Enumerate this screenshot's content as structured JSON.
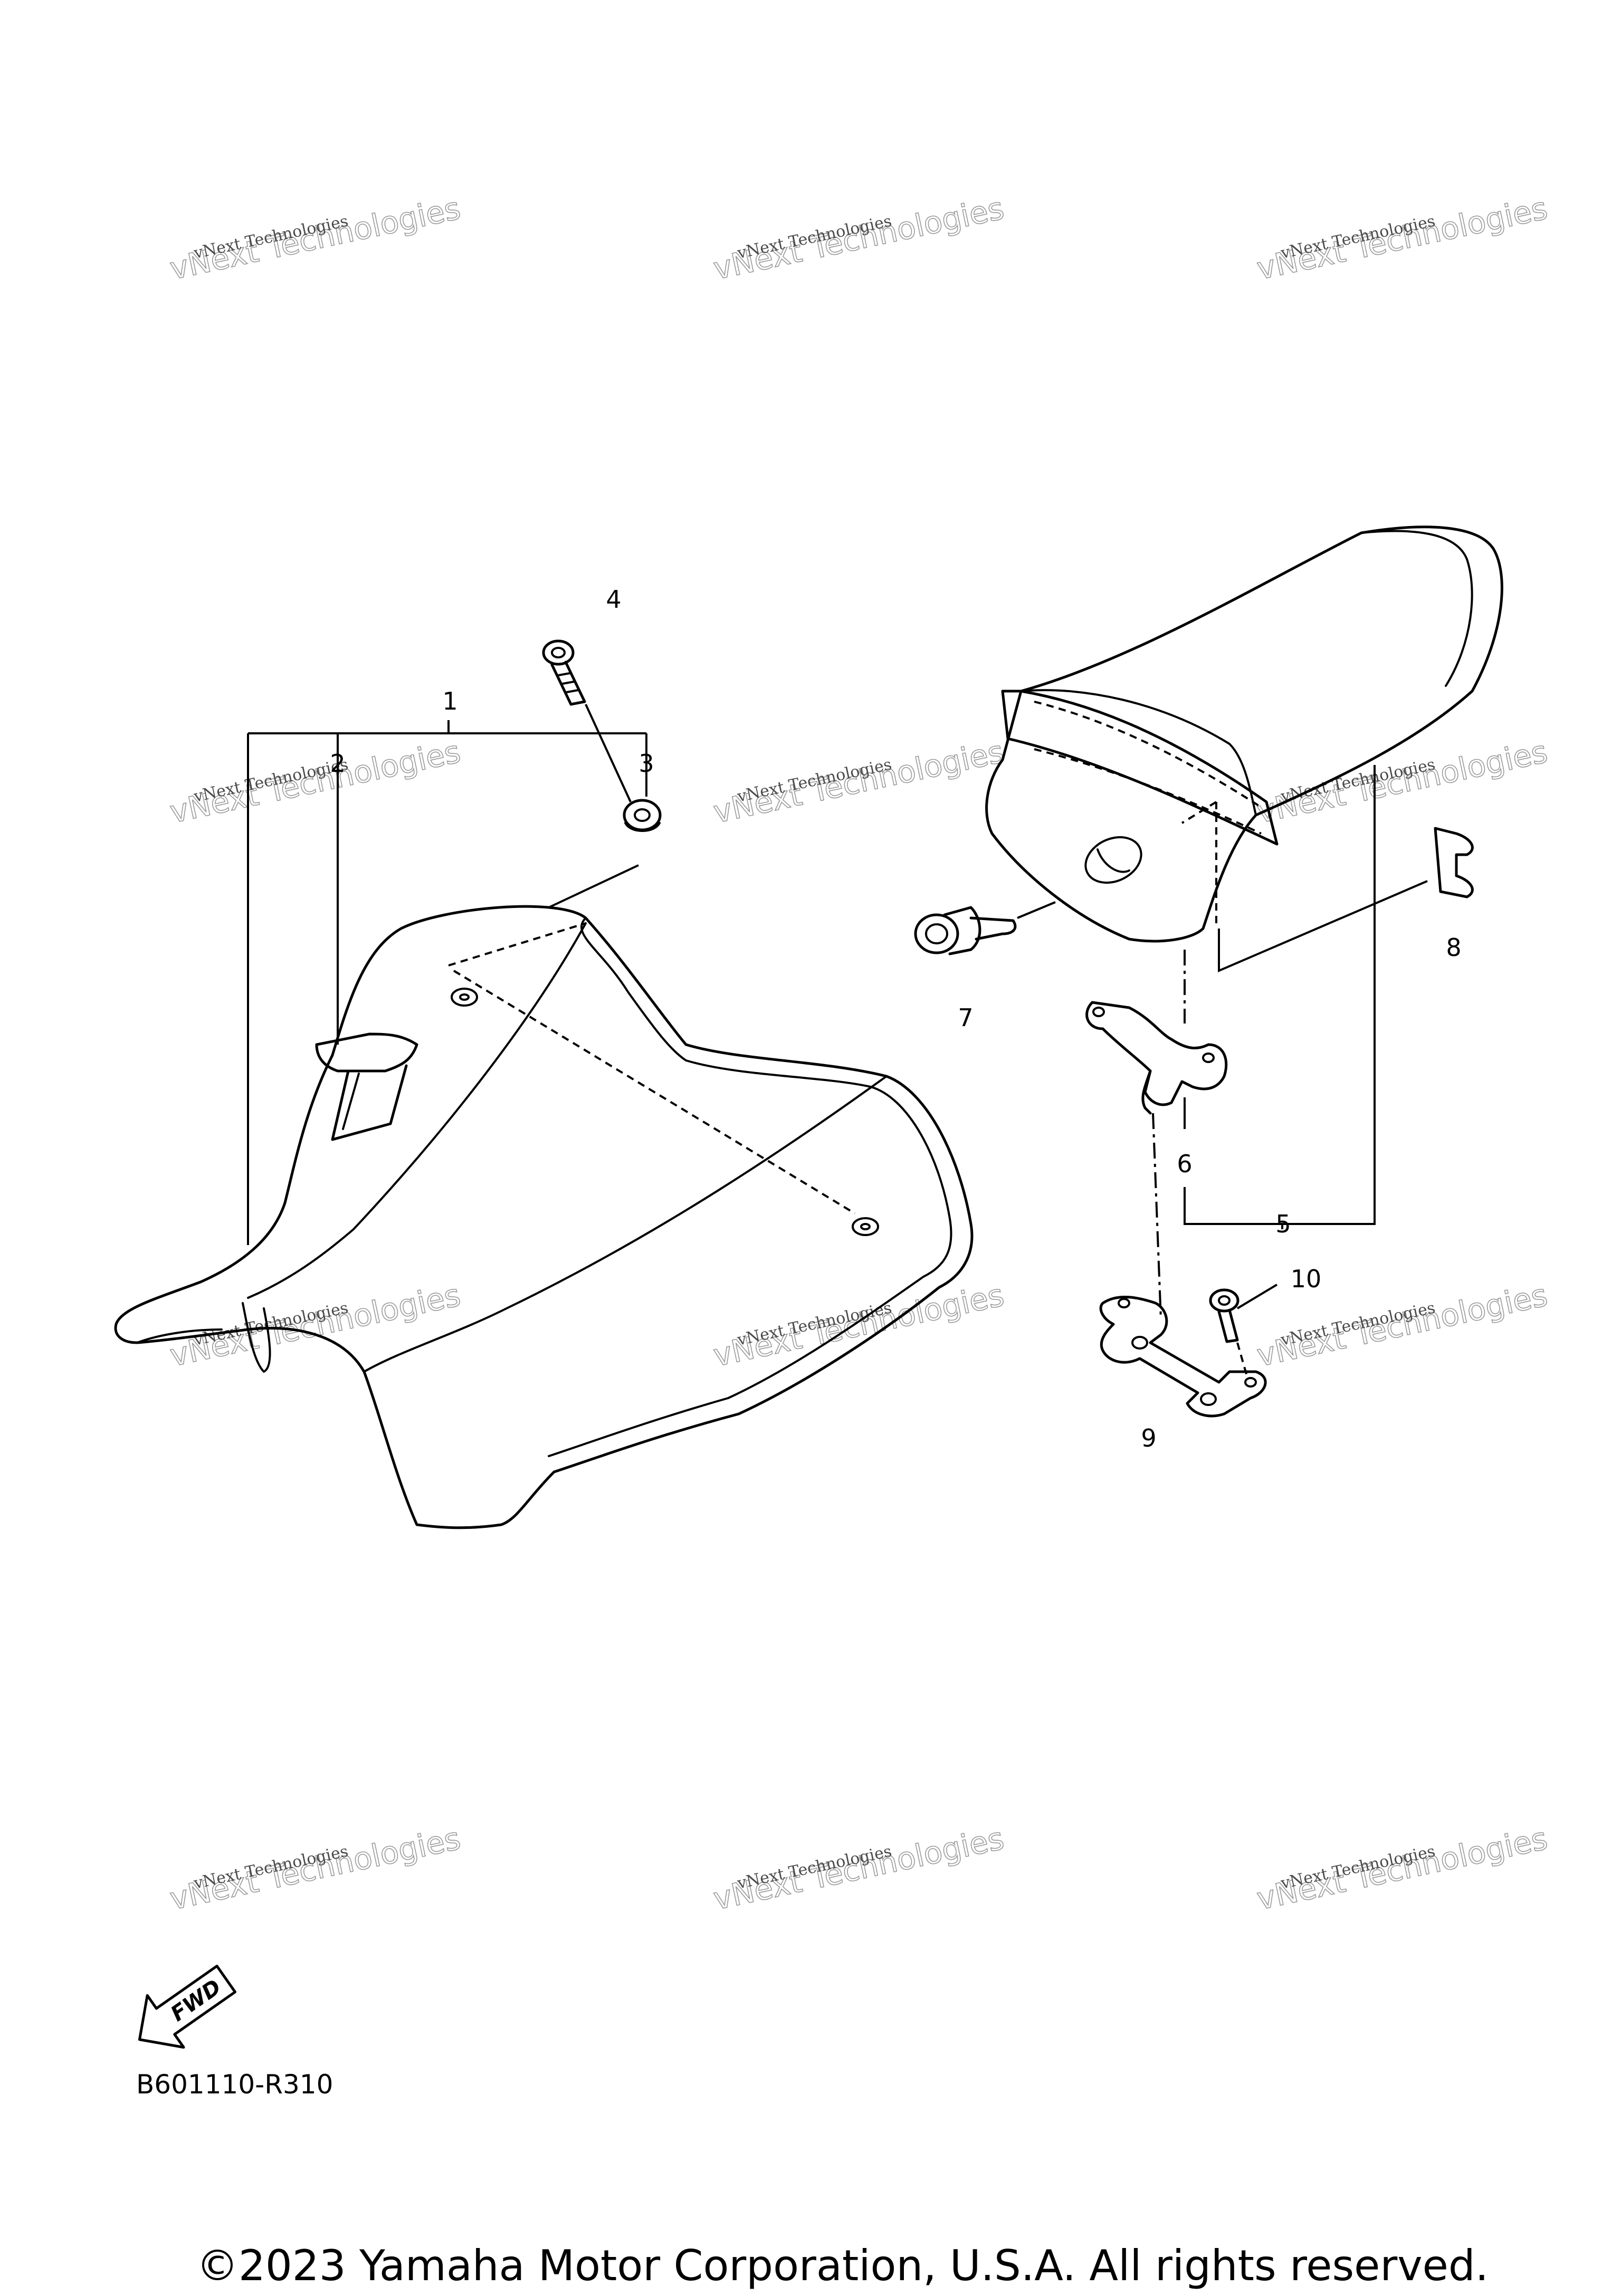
{
  "callouts": [
    {
      "id": "1",
      "label": "1"
    },
    {
      "id": "2",
      "label": "2"
    },
    {
      "id": "3",
      "label": "3"
    },
    {
      "id": "4",
      "label": "4"
    },
    {
      "id": "5",
      "label": "5"
    },
    {
      "id": "6",
      "label": "6"
    },
    {
      "id": "7",
      "label": "7"
    },
    {
      "id": "8",
      "label": "8"
    },
    {
      "id": "9",
      "label": "9"
    },
    {
      "id": "10",
      "label": "10"
    }
  ],
  "watermark": {
    "line1": "vNext Technologies",
    "line2": "vNext Technologies"
  },
  "fwd_label": "FWD",
  "diagram_code": "B601110-R310",
  "copyright": "©2023 Yamaha Motor Corporation, U.S.A. All rights reserved."
}
